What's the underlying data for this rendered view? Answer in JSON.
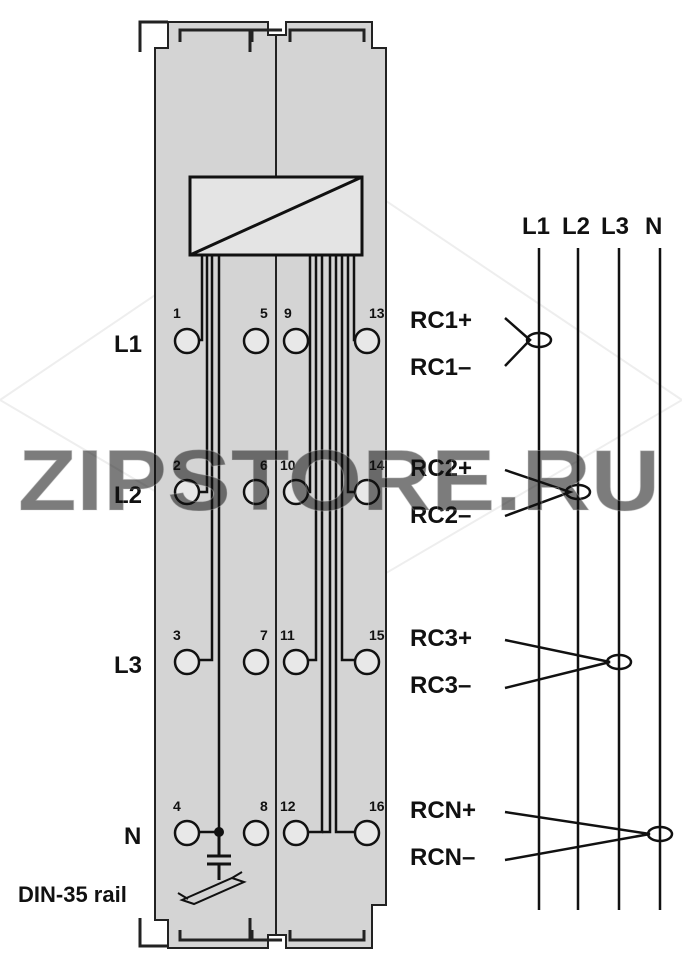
{
  "row_labels": [
    "L1",
    "L2",
    "L3",
    "N"
  ],
  "rail_label": "DIN-35 rail",
  "terminals": [
    "1",
    "5",
    "9",
    "13",
    "2",
    "6",
    "10",
    "14",
    "3",
    "7",
    "11",
    "15",
    "4",
    "8",
    "12",
    "16"
  ],
  "signal_labels": [
    "RC1+",
    "RC1–",
    "RC2+",
    "RC2–",
    "RC3+",
    "RC3–",
    "RCN+",
    "RCN–"
  ],
  "bus_labels": [
    "L1",
    "L2",
    "L3",
    "N"
  ],
  "watermark": "ZIPSTORE.RU",
  "colors": {
    "module": "#d4d4d4",
    "line": "#111111",
    "watermark": "#f2b94f"
  }
}
